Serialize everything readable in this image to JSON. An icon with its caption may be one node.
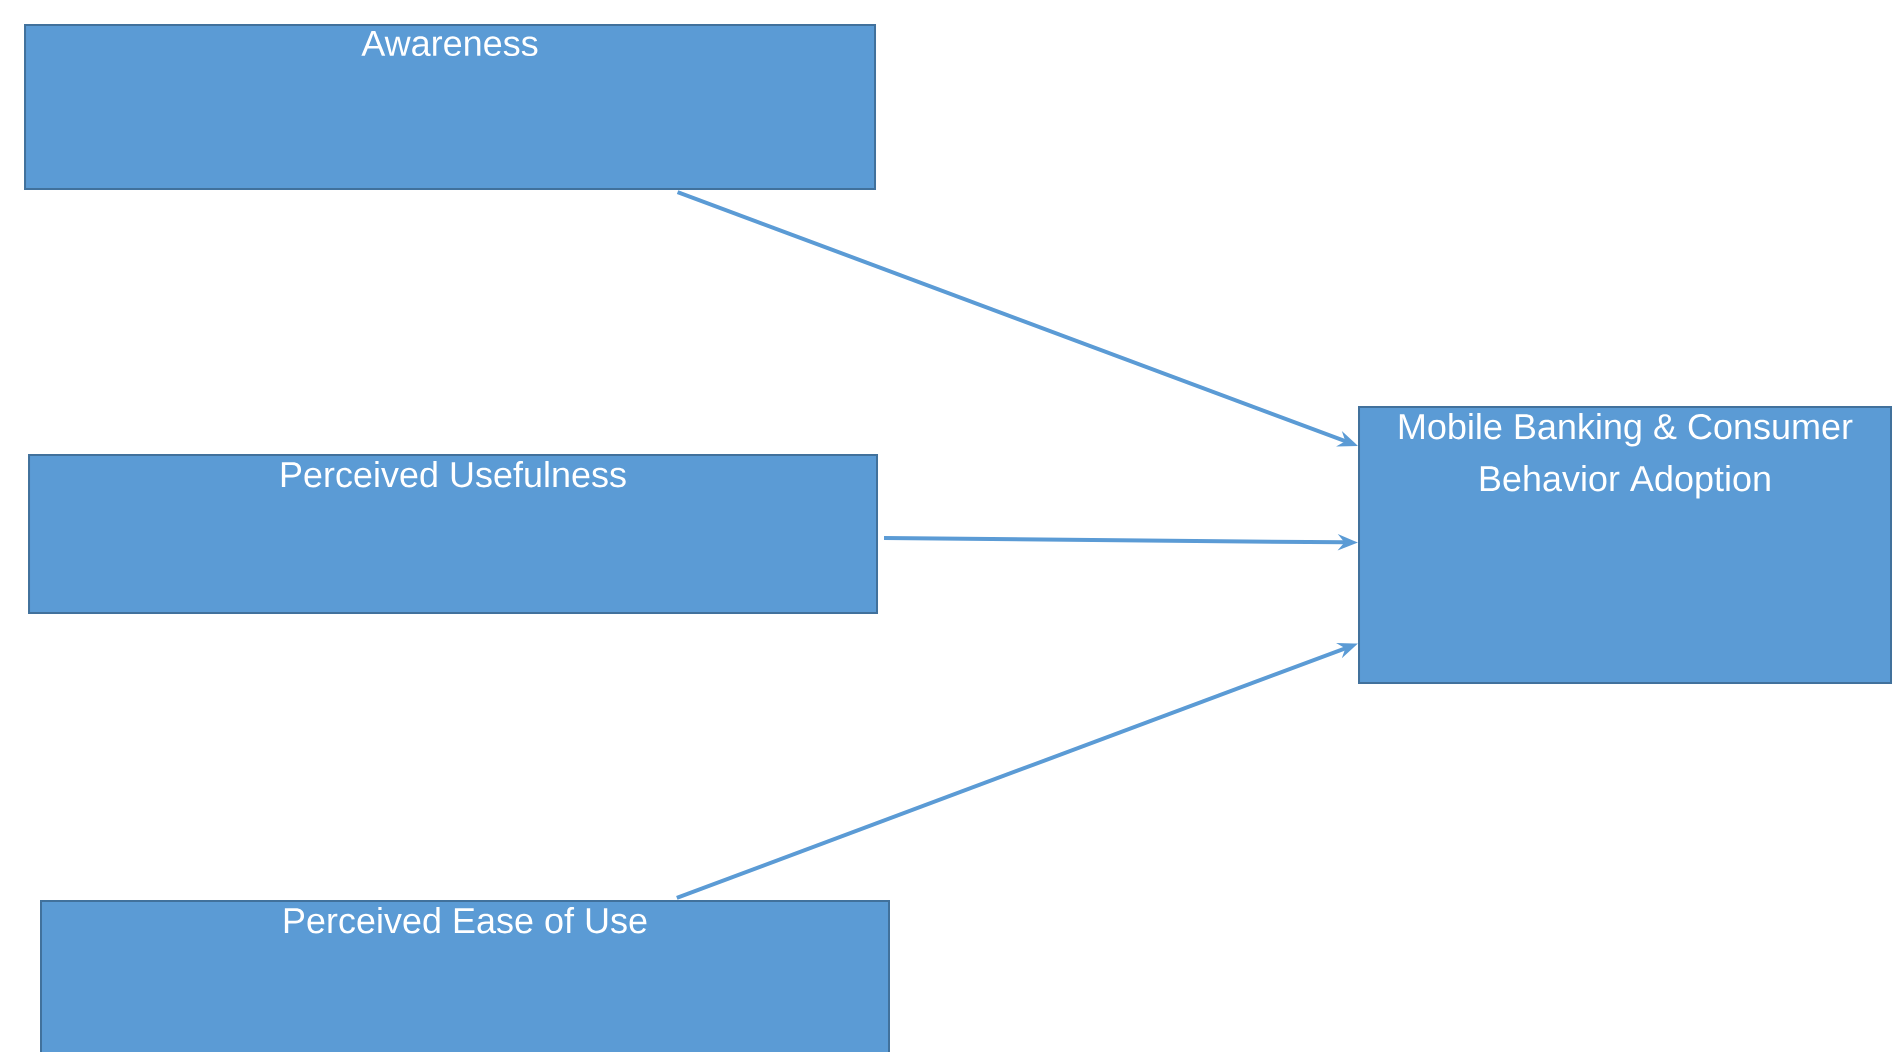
{
  "diagram": {
    "nodes": [
      {
        "text": [
          "Awareness"
        ]
      },
      {
        "text": [
          "Perceived Usefulness"
        ]
      },
      {
        "text": [
          "Perceived Ease of Use"
        ]
      },
      {
        "text": [
          "Mobile Banking & Consumer Behavior Adoption"
        ]
      }
    ],
    "edges": [
      {
        "from": 0,
        "to": 3,
        "arrow": "to"
      },
      {
        "from": 1,
        "to": 3,
        "arrow": "to"
      },
      {
        "from": 2,
        "to": 3,
        "arrow": "to"
      }
    ]
  }
}
